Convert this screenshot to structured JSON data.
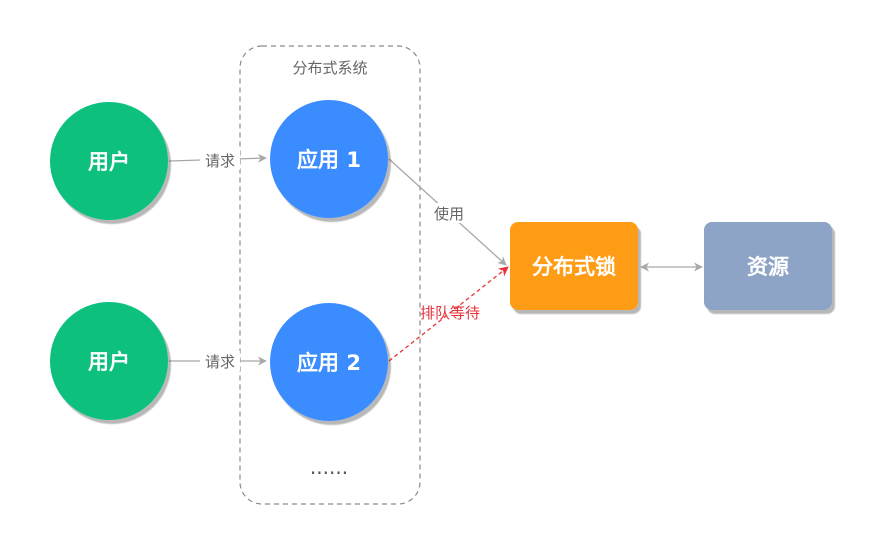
{
  "group": {
    "label": "分布式系统"
  },
  "nodes": {
    "user1": "用户",
    "user2": "用户",
    "app1": "应用 1",
    "app2": "应用 2",
    "lock": "分布式锁",
    "resource": "资源"
  },
  "edges": {
    "request1": "请求",
    "request2": "请求",
    "use": "使用",
    "queue": "排队等待"
  },
  "ellipsis": "......",
  "colors": {
    "user": "#07c07e",
    "app": "#3a8cff",
    "lock": "#ff9c12",
    "resource": "#8ea4c6",
    "arrow": "#a8a8a8",
    "queue_arrow": "#e8333a"
  }
}
